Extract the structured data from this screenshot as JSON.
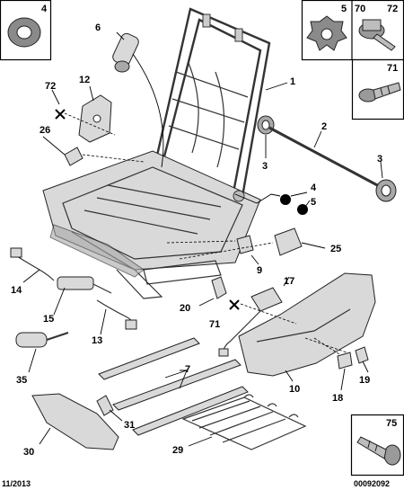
{
  "diagram": {
    "ref_date": "11/2013",
    "ref_code": "00092092",
    "callouts": {
      "c4_box": "4",
      "c5_box": "5",
      "c70": "70",
      "c72_box": "72",
      "c71_box": "71",
      "c75_box": "75",
      "c6": "6",
      "c72": "72",
      "c12": "12",
      "c26": "26",
      "c1": "1",
      "c2": "2",
      "c3a": "3",
      "c3b": "3",
      "c4": "4",
      "c5": "5",
      "c25": "25",
      "c9": "9",
      "c17": "17",
      "c20": "20",
      "c71": "71",
      "c14": "14",
      "c15": "15",
      "c13": "13",
      "c35": "35",
      "c7": "7",
      "c10": "10",
      "c18": "18",
      "c19": "19",
      "c31": "31",
      "c30": "30",
      "c29": "29"
    }
  }
}
